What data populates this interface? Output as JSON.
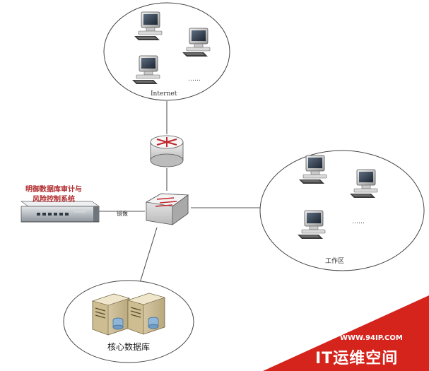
{
  "zones": {
    "internet_label": "Internet",
    "internet_more": "……",
    "workarea_label": "工作区",
    "workarea_more": "……",
    "database_label": "核心数据库"
  },
  "appliance": {
    "name": "明御数据库审计与\n风险控制系统",
    "link_label": "镜像"
  },
  "watermark": {
    "url": "WWW.94IP.COM",
    "brand": "IT运维空间",
    "color": "#d4241c"
  }
}
